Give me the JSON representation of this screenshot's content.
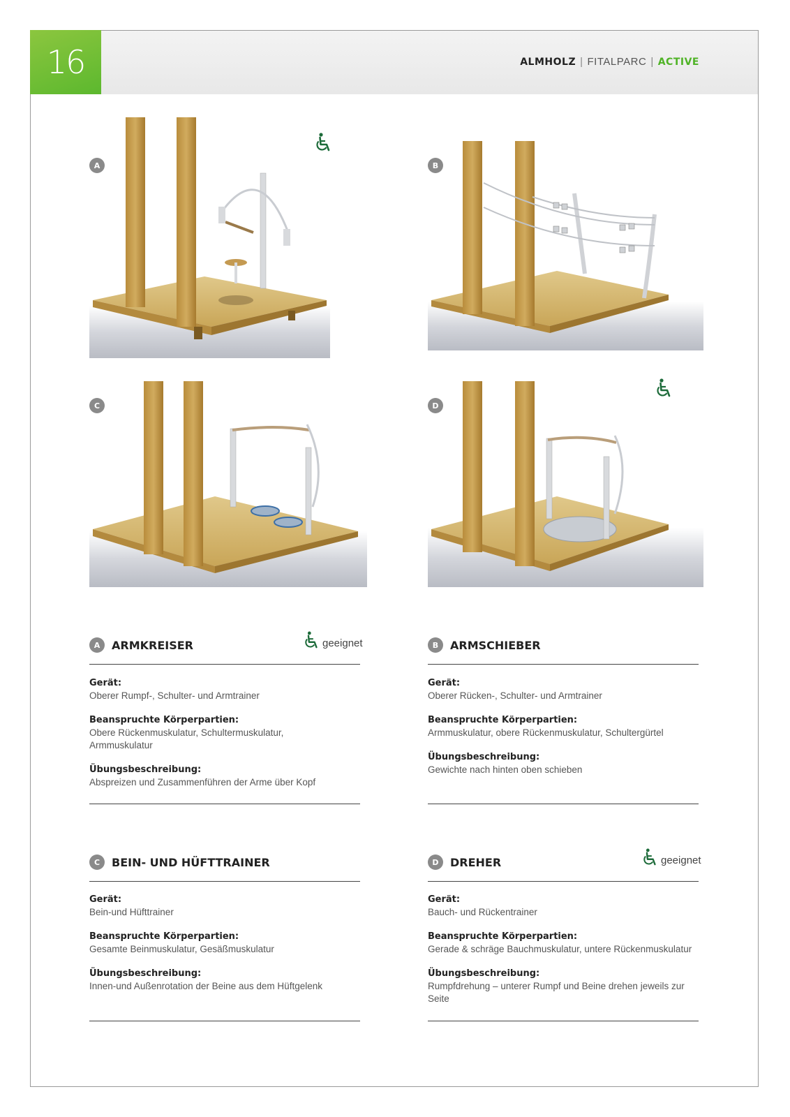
{
  "header": {
    "page_number": "16",
    "brand": "ALMHOLZ",
    "product_line": "FITALPARC",
    "series": "ACTIVE",
    "separator": "|"
  },
  "colors": {
    "accent_green": "#5cb82e",
    "wheelchair_green": "#1d6b3a",
    "badge_grey": "#8a8a8a"
  },
  "icons": {
    "accessible": "wheelchair-icon"
  },
  "labels": {
    "device": "Gerät:",
    "body_parts": "Beanspruchte Körperpartien:",
    "exercise": "Übungsbeschreibung:",
    "suitable": "geeignet"
  },
  "equipment": [
    {
      "letter": "A",
      "name": "ARMKREISER",
      "wheelchair": true,
      "device": "Oberer Rumpf-, Schulter- und Armtrainer",
      "body_parts": "Obere Rückenmuskulatur, Schultermuskulatur, Armmuskulatur",
      "exercise": "Abspreizen und Zusammenführen der Arme über Kopf"
    },
    {
      "letter": "B",
      "name": "ARMSCHIEBER",
      "wheelchair": false,
      "device": "Oberer Rücken-, Schulter- und Armtrainer",
      "body_parts": "Armmuskulatur, obere Rückenmuskulatur, Schultergürtel",
      "exercise": "Gewichte nach hinten oben schieben"
    },
    {
      "letter": "C",
      "name": "BEIN- UND HÜFTTRAINER",
      "wheelchair": false,
      "device": "Bein-und Hüfttrainer",
      "body_parts": "Gesamte Beinmuskulatur, Gesäßmuskulatur",
      "exercise": "Innen-und Außenrotation der Beine aus dem Hüftgelenk"
    },
    {
      "letter": "D",
      "name": "DREHER",
      "wheelchair": true,
      "device": "Bauch- und Rückentrainer",
      "body_parts": "Gerade & schräge Bauchmuskulatur, untere Rückenmuskulatur",
      "exercise": "Rumpfdrehung – unterer Rumpf und Beine drehen jeweils zur Seite"
    }
  ]
}
